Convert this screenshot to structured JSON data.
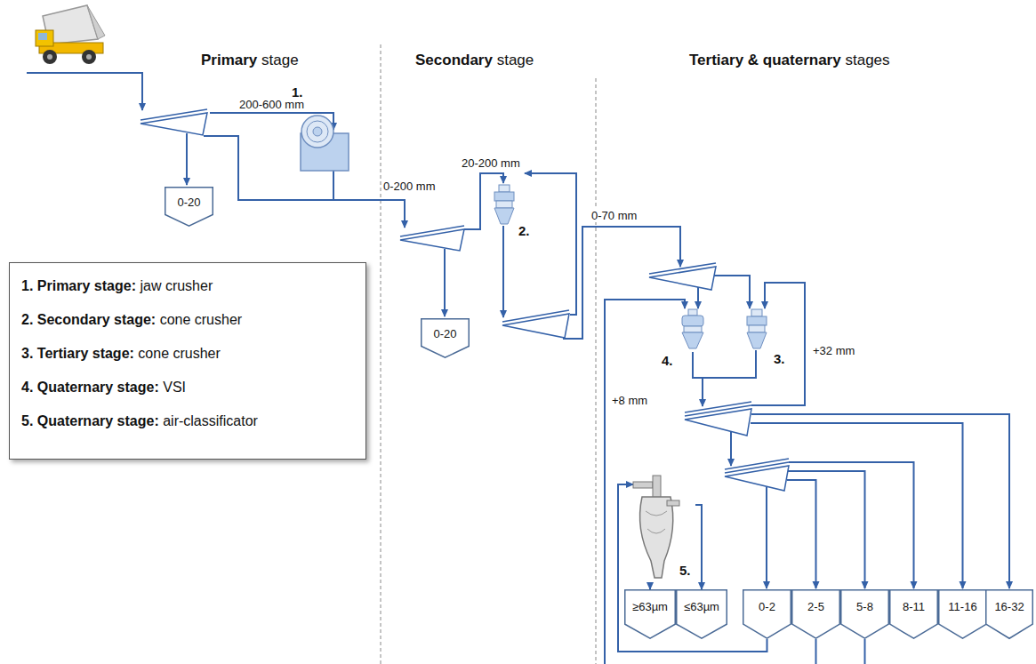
{
  "diagram": {
    "nodes": [
      {
        "text": [
          "1."
        ]
      },
      {
        "text": [
          "0-20"
        ]
      },
      {
        "text": [
          "2."
        ]
      },
      {
        "text": [
          "0-20"
        ]
      },
      {
        "text": [
          "4."
        ]
      },
      {
        "text": [
          "3."
        ]
      },
      {
        "text": [
          "5."
        ]
      },
      {
        "text": [
          "≥63µm"
        ]
      },
      {
        "text": [
          "≤63µm"
        ]
      },
      {
        "text": [
          "0-2"
        ]
      },
      {
        "text": [
          "2-5"
        ]
      },
      {
        "text": [
          "5-8"
        ]
      },
      {
        "text": [
          "8-11"
        ]
      },
      {
        "text": [
          "11-16"
        ]
      },
      {
        "text": [
          "16-32"
        ]
      }
    ],
    "edges": [
      {
        "from": 9,
        "to": 6,
        "arrow": "to"
      },
      {
        "from": 6,
        "to": 7,
        "arrow": "to"
      },
      {
        "from": 6,
        "to": 8,
        "arrow": "to"
      }
    ],
    "labels": [
      "Primary",
      "stage",
      "Secondary",
      "stage",
      "Tertiary & quaternary",
      "stages",
      "200-600 mm",
      "0-200 mm",
      "20-200 mm",
      "0-70 mm",
      "+32 mm",
      "+8 mm",
      "1. Primary stage:",
      "jaw crusher",
      "2. Secondary stage:",
      "cone crusher",
      "3. Tertiary stage:",
      "cone crusher",
      "4. Quaternary stage:",
      "VSI",
      "5. Quaternary stage:",
      "air-classificator"
    ]
  }
}
